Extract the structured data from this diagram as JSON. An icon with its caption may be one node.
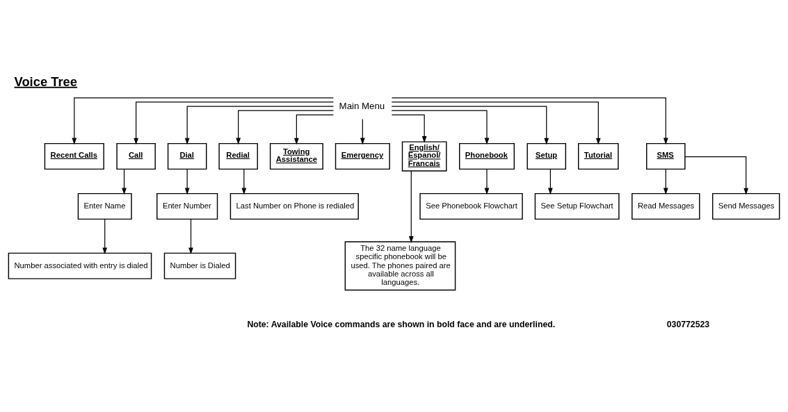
{
  "diagram": {
    "title": "Voice Tree",
    "nodes": [
      {
        "text": [
          "Main Menu"
        ]
      },
      {
        "text": [
          "Recent Calls"
        ]
      },
      {
        "text": [
          "Call"
        ]
      },
      {
        "text": [
          "Dial"
        ]
      },
      {
        "text": [
          "Redial"
        ]
      },
      {
        "text": [
          "Towing Assistance"
        ]
      },
      {
        "text": [
          "Emergency"
        ]
      },
      {
        "text": [
          "English/ Espanol/ Francais"
        ]
      },
      {
        "text": [
          "Phonebook"
        ]
      },
      {
        "text": [
          "Setup"
        ]
      },
      {
        "text": [
          "Tutorial"
        ]
      },
      {
        "text": [
          "SMS"
        ]
      },
      {
        "text": [
          "Enter Name"
        ]
      },
      {
        "text": [
          "Enter Number"
        ]
      },
      {
        "text": [
          "Last Number on Phone is redialed"
        ]
      },
      {
        "text": [
          "See Phonebook Flowchart"
        ]
      },
      {
        "text": [
          "See Setup Flowchart"
        ]
      },
      {
        "text": [
          "Read Messages"
        ]
      },
      {
        "text": [
          "Send Messages"
        ]
      },
      {
        "text": [
          "Number associated with entry is dialed"
        ]
      },
      {
        "text": [
          "Number is Dialed"
        ]
      },
      {
        "text": [
          "The 32 name language specific phonebook will be used. The phones paired are available across all languages."
        ]
      }
    ],
    "edges": [
      {
        "from": 0,
        "to": 1,
        "arrow": "to"
      },
      {
        "from": 0,
        "to": 2,
        "arrow": "to"
      },
      {
        "from": 0,
        "to": 3,
        "arrow": "to"
      },
      {
        "from": 0,
        "to": 4,
        "arrow": "to"
      },
      {
        "from": 0,
        "to": 5,
        "arrow": "to"
      },
      {
        "from": 0,
        "to": 6,
        "arrow": "to"
      },
      {
        "from": 0,
        "to": 7,
        "arrow": "to"
      },
      {
        "from": 0,
        "to": 8,
        "arrow": "to"
      },
      {
        "from": 0,
        "to": 9,
        "arrow": "to"
      },
      {
        "from": 0,
        "to": 10,
        "arrow": "to"
      },
      {
        "from": 0,
        "to": 11,
        "arrow": "to"
      },
      {
        "from": 2,
        "to": 12,
        "arrow": "to"
      },
      {
        "from": 12,
        "to": 19,
        "arrow": "to"
      },
      {
        "from": 3,
        "to": 13,
        "arrow": "to"
      },
      {
        "from": 13,
        "to": 20,
        "arrow": "to"
      },
      {
        "from": 4,
        "to": 14,
        "arrow": "to"
      },
      {
        "from": 7,
        "to": 21,
        "arrow": "to"
      },
      {
        "from": 8,
        "to": 15,
        "arrow": "to"
      },
      {
        "from": 9,
        "to": 16,
        "arrow": "to"
      },
      {
        "from": 11,
        "to": 17,
        "arrow": "to"
      },
      {
        "from": 11,
        "to": 18,
        "arrow": "to"
      }
    ],
    "labels": [
      "Note: Available Voice commands are shown in bold face and are underlined.",
      "030772523"
    ]
  }
}
